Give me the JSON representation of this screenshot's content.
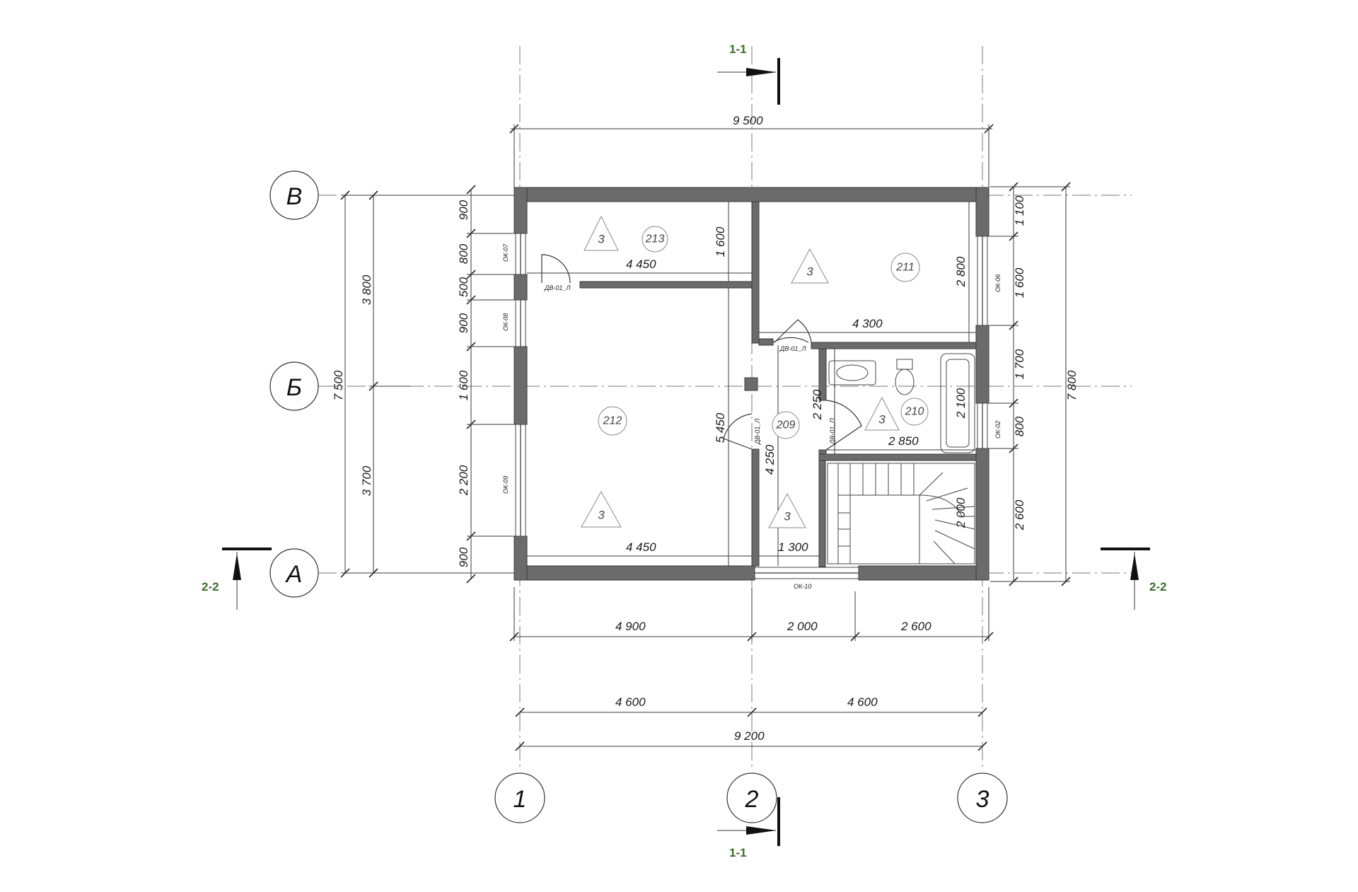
{
  "axes": {
    "letters": [
      "В",
      "Б",
      "А"
    ],
    "numbers": [
      "1",
      "2",
      "3"
    ]
  },
  "sections": {
    "top": "1-1",
    "bottom": "1-1",
    "left": "2-2",
    "right": "2-2"
  },
  "dimensions": {
    "top_overall": "9 500",
    "left_outer_total": "7 500",
    "left_outer_top": "3 800",
    "left_outer_bottom": "3 700",
    "left_inner": [
      "900",
      "800",
      "500",
      "900",
      "1 600",
      "2 200",
      "900"
    ],
    "right_outer_total": "7 800",
    "right_inner": [
      "1 100",
      "1 600",
      "1 700",
      "800",
      "2 600"
    ],
    "bottom_row1": [
      "4 900",
      "2 000",
      "2 600"
    ],
    "bottom_row2": [
      "4 600",
      "4 600"
    ],
    "bottom_overall": "9 200",
    "interior": {
      "d_213_width": "4 450",
      "d_213_height": "1 600",
      "d_211_width": "4 300",
      "d_211_height": "2 800",
      "d_212_width": "4 450",
      "d_212_height": "5 450",
      "d_209_height": "4 250",
      "d_209_width": "1 300",
      "d_210_height": "2 250",
      "d_210_width": "2 850",
      "d_210_side": "2 100",
      "d_stair": "2 000"
    }
  },
  "rooms": [
    {
      "id": "213",
      "finish": "3"
    },
    {
      "id": "211",
      "finish": "3"
    },
    {
      "id": "212",
      "finish": "3"
    },
    {
      "id": "209",
      "finish": "3"
    },
    {
      "id": "210",
      "finish": "3"
    }
  ],
  "openings": {
    "ok07": "ОК-07",
    "ok08": "ОК-08",
    "ok09": "ОК-09",
    "ok06": "ОК-06",
    "ok02": "ОК-02",
    "ok10": "ОК-10",
    "dv_213": "ДВ-01_Л",
    "dv_211": "ДВ-01_Л",
    "dv_212": "ДВ-01_Л",
    "dv_210": "ДВ-01_П"
  }
}
